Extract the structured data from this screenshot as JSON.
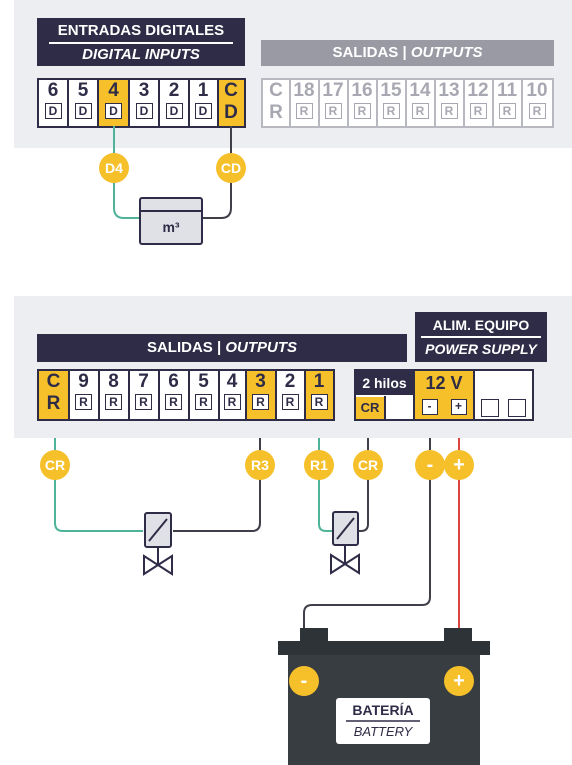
{
  "top": {
    "inputs_title": "ENTRADAS DIGITALES",
    "inputs_subtitle": "DIGITAL INPUTS",
    "outputs_title_es": "SALIDAS | ",
    "outputs_title_en": "OUTPUTS",
    "input_terms": [
      {
        "num": "6",
        "sub": "D"
      },
      {
        "num": "5",
        "sub": "D"
      },
      {
        "num": "4",
        "sub": "D",
        "hl": true
      },
      {
        "num": "3",
        "sub": "D"
      },
      {
        "num": "2",
        "sub": "D"
      },
      {
        "num": "1",
        "sub": "D"
      }
    ],
    "cd_top": "C",
    "cd_bottom": "D",
    "cr_top": "C",
    "cr_bottom": "R",
    "output_terms": [
      "18",
      "17",
      "16",
      "15",
      "14",
      "13",
      "12",
      "11",
      "10"
    ],
    "output_sub": "R",
    "badge_d4": "D4",
    "badge_cd": "CD",
    "meter_label": "m³"
  },
  "bottom": {
    "outputs_title_es": "SALIDAS | ",
    "outputs_title_en": "OUTPUTS",
    "power_title": "ALIM. EQUIPO",
    "power_subtitle": "POWER SUPPLY",
    "cr_top": "C",
    "cr_bottom": "R",
    "relay_terms": [
      {
        "num": "9"
      },
      {
        "num": "8"
      },
      {
        "num": "7"
      },
      {
        "num": "6"
      },
      {
        "num": "5"
      },
      {
        "num": "4"
      },
      {
        "num": "3",
        "hl": true
      },
      {
        "num": "2"
      },
      {
        "num": "1",
        "hl": true
      }
    ],
    "relay_sub": "R",
    "two_wire_label": "2 hilos",
    "two_wire_cr": "CR",
    "voltage_label": "12 V",
    "minus": "-",
    "plus": "+",
    "badges": {
      "cr1": "CR",
      "r3": "R3",
      "r1": "R1",
      "cr2": "CR",
      "minus": "-",
      "plus": "+"
    },
    "battery_title": "BATERÍA",
    "battery_subtitle": "BATTERY",
    "battery_minus": "-",
    "battery_plus": "+"
  },
  "colors": {
    "navy": "#2f2c47",
    "yellow": "#f6c02b",
    "panel": "#eceef2",
    "teal_wire": "#4fb39a",
    "red_wire": "#d9453c",
    "dark_wire": "#3f3f4a"
  }
}
